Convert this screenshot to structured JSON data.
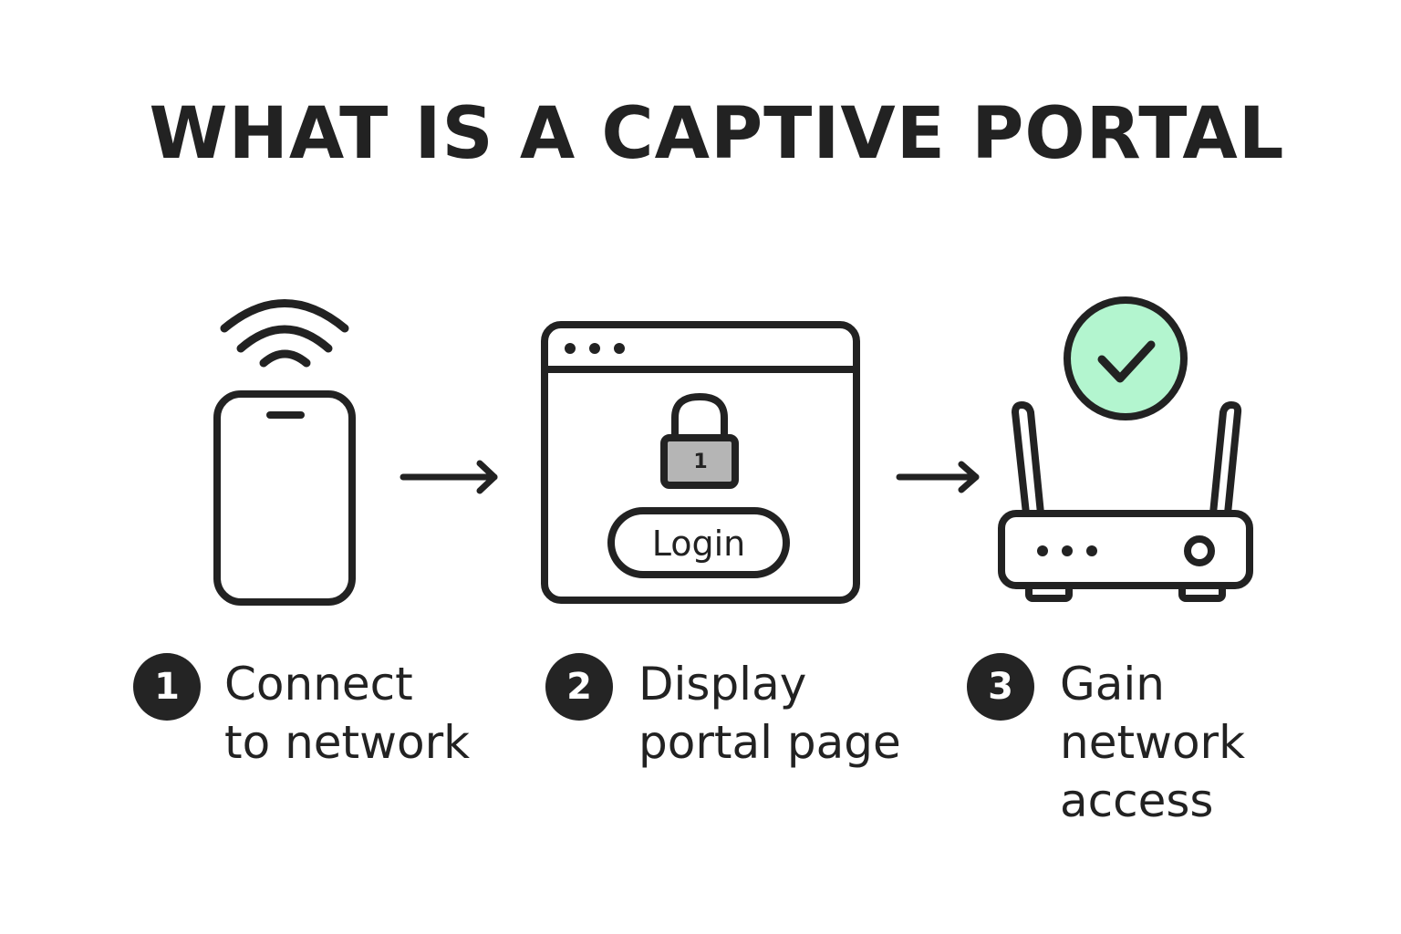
{
  "title": "WHAT IS A CAPTIVE PORTAL",
  "icons": {
    "phone": "smartphone-icon",
    "wifi": "wifi-signal-icon",
    "browser": "browser-window-icon",
    "lock": "padlock-icon",
    "router": "router-icon",
    "check": "checkmark-circle-icon",
    "arrow": "right-arrow-icon"
  },
  "colors": {
    "stroke": "#222222",
    "badge": "#242424",
    "lock_fill": "#b5b5b5",
    "check_fill": "#b3f5cf"
  },
  "browser": {
    "login_label": "Login",
    "lock_number": "1"
  },
  "steps": [
    {
      "number": "1",
      "label": "Connect\nto network"
    },
    {
      "number": "2",
      "label": "Display\nportal page"
    },
    {
      "number": "3",
      "label": "Gain\nnetwork\naccess"
    }
  ]
}
